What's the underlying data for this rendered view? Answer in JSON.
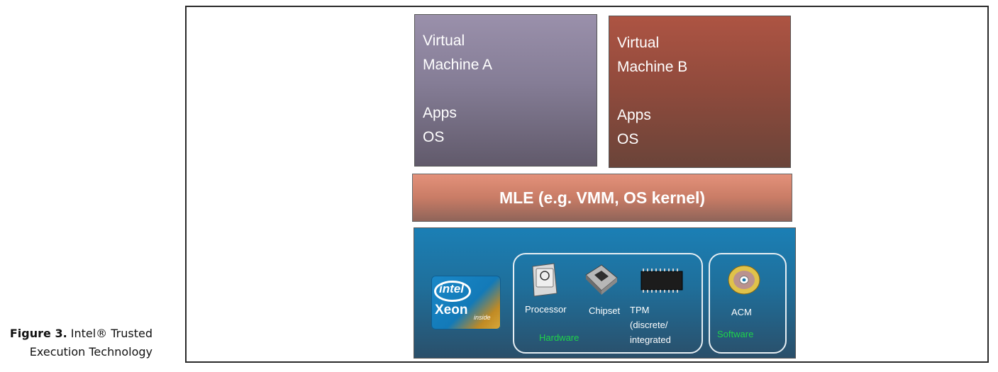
{
  "caption": {
    "prefix": "Figure 3.",
    "line1": " Intel® Trusted",
    "line2": "Execution Technology"
  },
  "vm_a": {
    "line1": "Virtual",
    "line2": "Machine A",
    "line3": "Apps",
    "line4": "OS"
  },
  "vm_b": {
    "line1": "Virtual",
    "line2": "Machine B",
    "line3": "Apps",
    "line4": "OS"
  },
  "mle": {
    "label": "MLE (e.g. VMM, OS kernel)"
  },
  "hardware_layer": {
    "badge": {
      "brand": "intel",
      "product": "Xeon",
      "tag": "inside"
    },
    "components": {
      "processor": "Processor",
      "chipset": "Chipset",
      "tpm_1": "TPM",
      "tpm_2": "(discrete/",
      "tpm_3": "integrated",
      "acm": "ACM"
    },
    "groups": {
      "hardware": "Hardware",
      "software": "Software"
    }
  },
  "colors": {
    "vm_a": "#8a8299",
    "vm_b": "#97493a",
    "mle": "#d8846d",
    "hardware_layer": "#1d76a8",
    "group_label": "#1fd24a"
  }
}
